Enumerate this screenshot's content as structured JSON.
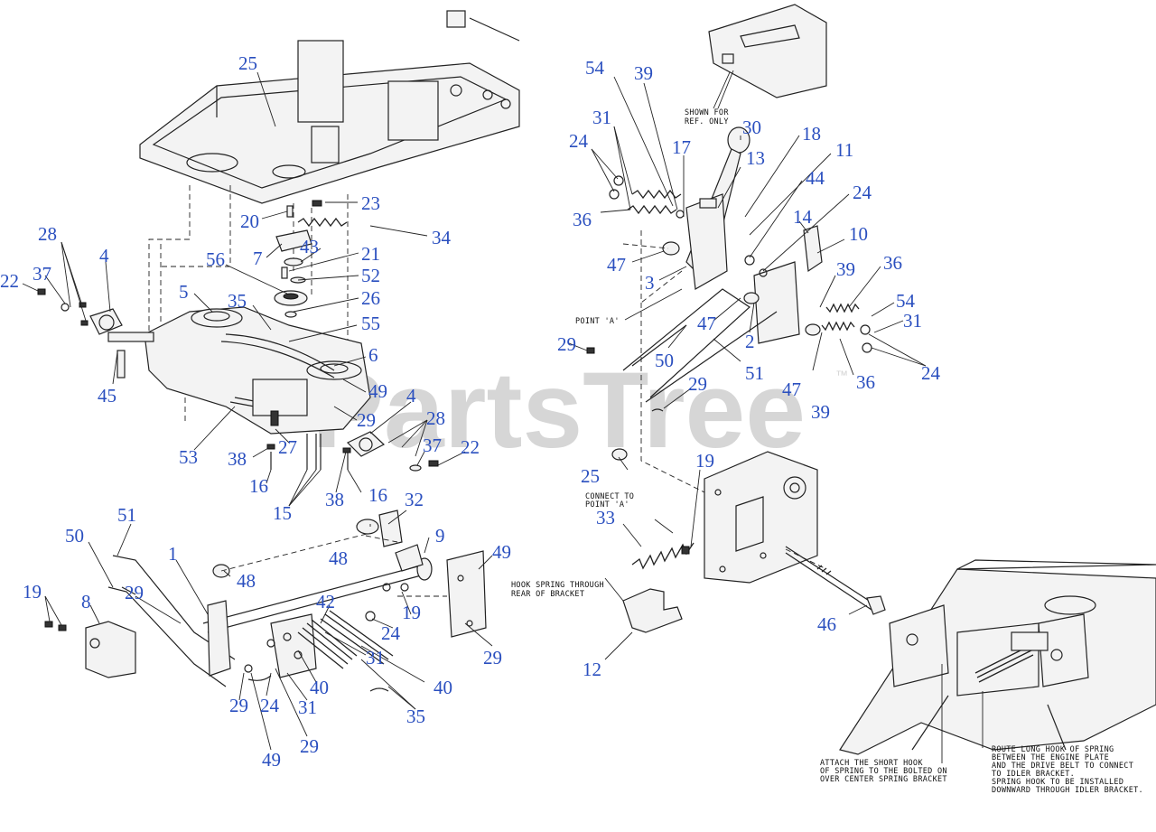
{
  "watermark": {
    "text": "PartsTree",
    "trademark": "™"
  },
  "callouts": {
    "c25a": "25",
    "c23": "23",
    "c20": "20",
    "c34": "34",
    "c7": "7",
    "c43": "43",
    "c21": "21",
    "c52": "52",
    "c56": "56",
    "c26": "26",
    "c28a": "28",
    "c4a": "4",
    "c22a": "22",
    "c37a": "37",
    "c5": "5",
    "c35a": "35",
    "c55": "55",
    "c6": "6",
    "c49a": "49",
    "c4b": "4",
    "c28b": "28",
    "c29a": "29",
    "c45": "45",
    "c53": "53",
    "c27": "27",
    "c37b": "37",
    "c22b": "22",
    "c38a": "38",
    "c16a": "16",
    "c15": "15",
    "c38b": "38",
    "c16b": "16",
    "c54a": "54",
    "c39a": "39",
    "c31a": "31",
    "c30": "30",
    "c18": "18",
    "c11": "11",
    "c24a": "24",
    "c17": "17",
    "c13": "13",
    "c44": "44",
    "c24b": "24",
    "c36a": "36",
    "c47a": "47",
    "c3": "3",
    "c14": "14",
    "c10": "10",
    "c39b": "39",
    "c36b": "36",
    "c54b": "54",
    "c31b": "31",
    "c2": "2",
    "c47b": "47",
    "c50a": "50",
    "c51a": "51",
    "c29b": "29",
    "c47c": "47",
    "c24c": "24",
    "c36c": "36",
    "c39c": "39",
    "c29c": "29",
    "c25b": "25",
    "c19a": "19",
    "c33": "33",
    "c46": "46",
    "c12": "12",
    "c51b": "51",
    "c32": "32",
    "c50b": "50",
    "c1": "1",
    "c48a": "48",
    "c9": "9",
    "c49b": "49",
    "c48b": "48",
    "c19b": "19",
    "c8": "8",
    "c29d": "29",
    "c42": "42",
    "c24d": "24",
    "c19c": "19",
    "c29e": "29",
    "c31c": "31",
    "c40a": "40",
    "c40b": "40",
    "c29f": "29",
    "c24e": "24",
    "c31d": "31",
    "c35b": "35",
    "c29g": "29",
    "c49c": "49"
  },
  "notes": {
    "shown_for_ref_1": "SHOWN FOR",
    "shown_for_ref_2": "REF. ONLY",
    "point_a_1": "POINT 'A'",
    "point_a_2": "POINT 'A'",
    "connect_to_1": "CONNECT TO",
    "connect_to_2": "POINT 'A'",
    "hook_spring_1": "HOOK SPRING THROUGH",
    "hook_spring_2": "REAR OF BRACKET",
    "attach_1": "ATTACH THE SHORT HOOK",
    "attach_2": "OF SPRING TO THE BOLTED ON",
    "attach_3": "OVER CENTER SPRING BRACKET",
    "route_1": "ROUTE LONG HOOK OF SPRING",
    "route_2": "BETWEEN THE ENGINE PLATE",
    "route_3": "AND THE DRIVE BELT TO CONNECT",
    "route_4": "TO IDLER BRACKET.",
    "route_5": "SPRING HOOK TO BE INSTALLED",
    "route_6": "DOWNWARD THROUGH IDLER BRACKET."
  }
}
